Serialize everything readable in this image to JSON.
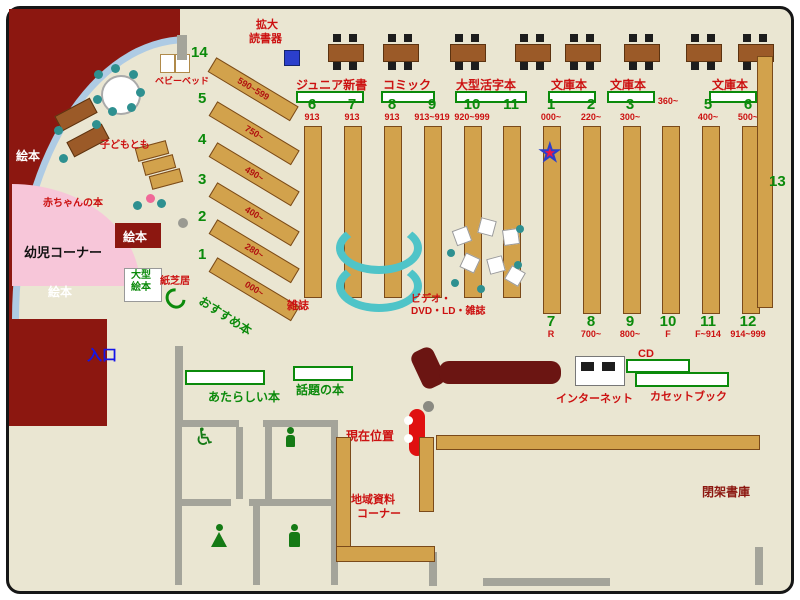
{
  "colors": {
    "background": "#EAE6D2",
    "dark_red": "#8C1710",
    "shelf_tan": "#D2A24C",
    "green": "#0B8A0B",
    "red_text": "#CC1111",
    "entrance_blue": "#1515E8",
    "pink_area": "#F7C6D9",
    "cyan": "#4FC4C8",
    "wall_gray": "#A4A49A",
    "counter": "#6B1512",
    "arc_blue": "#AECBE4"
  },
  "kids_area": {
    "ehon_top": "絵本",
    "ehon_mid": "絵本",
    "ehon_bottom": "絵本",
    "oogata_ehon": "大型絵本",
    "kamishibai": "紙芝居",
    "youji_corner": "幼児コーナー",
    "akachan_books": "赤ちゃんの本",
    "kodomo_label": "子どもとも",
    "baby_bed": "ベビーベッド"
  },
  "entrance_label": "入口",
  "diagonal_shelves": [
    {
      "num": "14",
      "range": "590~599"
    },
    {
      "num": "5",
      "range": "750~"
    },
    {
      "num": "4",
      "range": "490~"
    },
    {
      "num": "3",
      "range": "400~"
    },
    {
      "num": "2",
      "range": "280~"
    },
    {
      "num": "1",
      "range": "000~"
    }
  ],
  "osusume_label": "おすすめ本",
  "top_area": {
    "kakudai_line1": "拡大",
    "kakudai_line2": "読書器",
    "junior": "ジュニア新書",
    "comic": "コミック",
    "oogata_katsuji": "大型活字本",
    "bunko_1": "文庫本",
    "bunko_2": "文庫本",
    "bunko_3": "文庫本"
  },
  "columns_left": [
    {
      "num": "6",
      "range": "913"
    },
    {
      "num": "7",
      "range": "913"
    },
    {
      "num": "8",
      "range": "913"
    },
    {
      "num": "9",
      "range": "913~919"
    },
    {
      "num": "10",
      "range": "920~999"
    },
    {
      "num": "11",
      "range": ""
    }
  ],
  "columns_right_top": [
    {
      "num": "1",
      "range": "000~"
    },
    {
      "num": "2",
      "range": "220~"
    },
    {
      "num": "3",
      "range": "300~"
    },
    {
      "num": "",
      "range": "360~"
    },
    {
      "num": "5",
      "range": "400~"
    },
    {
      "num": "6",
      "range": "500~"
    }
  ],
  "columns_right_bottom": [
    {
      "num": "7",
      "range": "R"
    },
    {
      "num": "8",
      "range": "700~"
    },
    {
      "num": "9",
      "range": "800~"
    },
    {
      "num": "10",
      "range": "F"
    },
    {
      "num": "11",
      "range": "F~914"
    },
    {
      "num": "12",
      "range": "914~999"
    }
  ],
  "shelf13_label": "13",
  "center": {
    "zasshi": "雑誌",
    "video_line1": "ビデオ・",
    "video_line2": "DVD・LD・雑誌"
  },
  "south": {
    "new_books": "あたらしい本",
    "topic_books": "話題の本",
    "current_position": "現在位置",
    "internet": "インターネット",
    "cd": "CD",
    "cassette": "カセットブック",
    "local_line1": "地域資料",
    "local_line2": "コーナー",
    "closed_stacks": "閉架書庫"
  }
}
